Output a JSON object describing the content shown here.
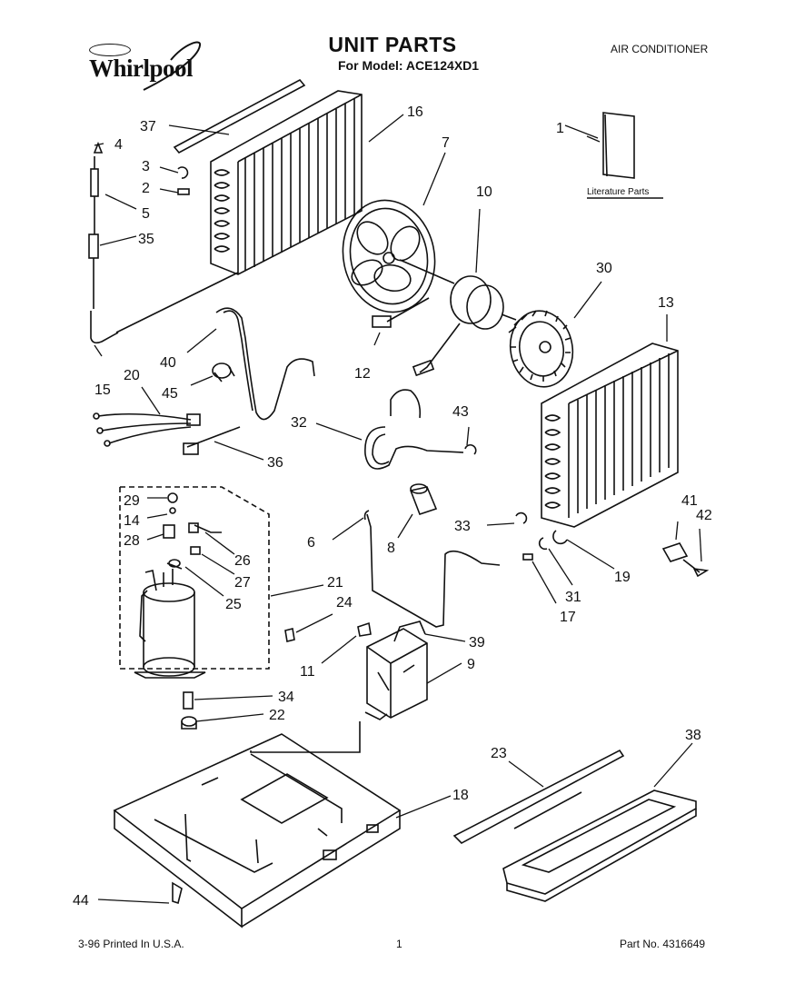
{
  "header": {
    "brand": "Whirlpool",
    "brand_badge": "",
    "title": "UNIT PARTS",
    "subtitle": "For Model: ACE124XD1",
    "category": "AIR CONDITIONER"
  },
  "literature_label": "Literature Parts",
  "callouts": {
    "p1": "1",
    "p2": "2",
    "p3": "3",
    "p4": "4",
    "p5": "5",
    "p6": "6",
    "p7": "7",
    "p8": "8",
    "p9": "9",
    "p10": "10",
    "p11": "11",
    "p12": "12",
    "p13": "13",
    "p14": "14",
    "p15": "15",
    "p16": "16",
    "p17": "17",
    "p18": "18",
    "p19": "19",
    "p20": "20",
    "p21": "21",
    "p22": "22",
    "p23": "23",
    "p24": "24",
    "p25": "25",
    "p26": "26",
    "p27": "27",
    "p28": "28",
    "p29": "29",
    "p30": "30",
    "p31": "31",
    "p32": "32",
    "p33": "33",
    "p34": "34",
    "p35": "35",
    "p36": "36",
    "p37": "37",
    "p38": "38",
    "p39": "39",
    "p40": "40",
    "p41": "41",
    "p42": "42",
    "p43": "43",
    "p44": "44",
    "p45": "45"
  },
  "footer": {
    "left": "3-96 Printed In U.S.A.",
    "center": "1",
    "right": "Part No. 4316649"
  }
}
